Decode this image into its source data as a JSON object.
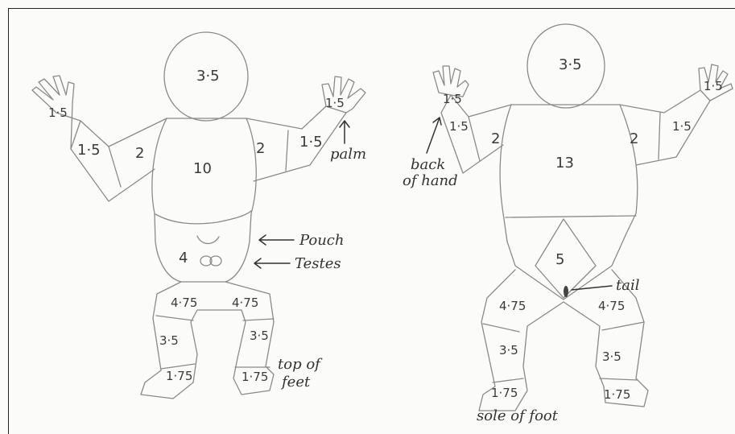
{
  "front": {
    "head": "3·5",
    "left_hand": "1·5",
    "left_forearm": "1·5",
    "left_upper_arm": "2",
    "torso": "10",
    "right_upper_arm": "2",
    "right_forearm": "1·5",
    "right_hand": "1·5",
    "pouch_area": "4",
    "left_thigh": "4·75",
    "right_thigh": "4·75",
    "left_lower_leg": "3·5",
    "right_lower_leg": "3·5",
    "left_foot": "1·75",
    "right_foot": "1·75",
    "notes": {
      "palm": "palm",
      "pouch": "Pouch",
      "testes": "Testes",
      "top_of_feet_line1": "top of",
      "top_of_feet_line2": "feet"
    }
  },
  "back": {
    "head": "3·5",
    "left_hand": "1·5",
    "left_forearm": "1·5",
    "left_upper_arm": "2",
    "torso": "13",
    "right_upper_arm": "2",
    "right_forearm": "1·5",
    "right_hand": "1·5",
    "buttocks": "5",
    "left_thigh": "4·75",
    "right_thigh": "4·75",
    "left_lower_leg": "3·5",
    "right_lower_leg": "3·5",
    "left_foot": "1·75",
    "right_foot": "1·75",
    "notes": {
      "back_of_hand_line1": "back",
      "back_of_hand_line2": "of hand",
      "tail": "tail",
      "sole_of_foot": "sole of foot"
    }
  },
  "colors": {
    "paper": "#fbfbfa",
    "pencil": "#8a8a8a",
    "ink": "#333333"
  }
}
